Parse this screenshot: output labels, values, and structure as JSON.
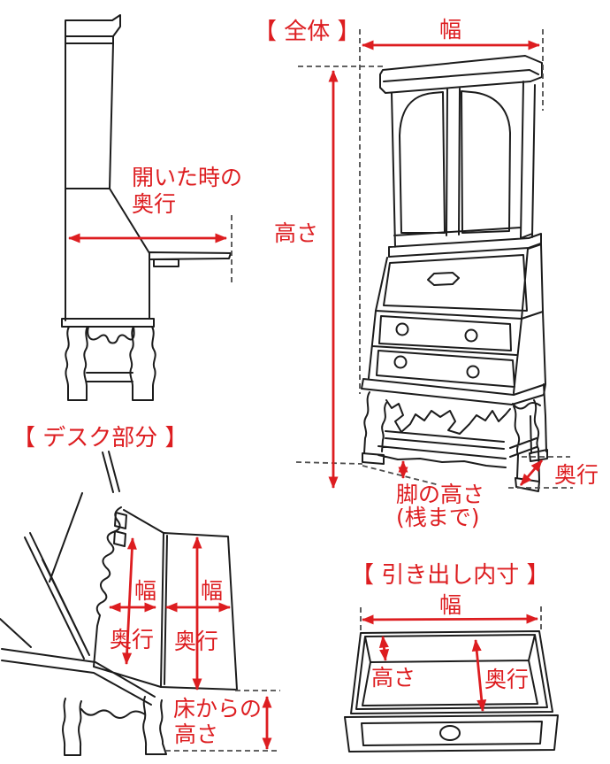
{
  "colors": {
    "accent_red": "#dd1d20",
    "line": "#1c1c1c",
    "dash": "#4d4d4d",
    "background": "#ffffff"
  },
  "side_view": {
    "open_depth_label_line1": "開いた時の",
    "open_depth_label_line2": "奥行"
  },
  "overall": {
    "title": "【 全体 】",
    "width_label": "幅",
    "height_label": "高さ",
    "depth_label": "奥行",
    "leg_height_label_line1": "脚の高さ",
    "leg_height_label_line2": "(桟まで)"
  },
  "desk_section": {
    "title": "【 デスク部分 】",
    "inner_width_label": "幅",
    "inner_depth_label": "奥行",
    "flap_width_label": "幅",
    "flap_depth_label": "奥行",
    "floor_height_label_line1": "床からの",
    "floor_height_label_line2": "高さ"
  },
  "drawer_inner": {
    "title": "【 引き出し内寸 】",
    "width_label": "幅",
    "height_label": "高さ",
    "depth_label": "奥行"
  }
}
